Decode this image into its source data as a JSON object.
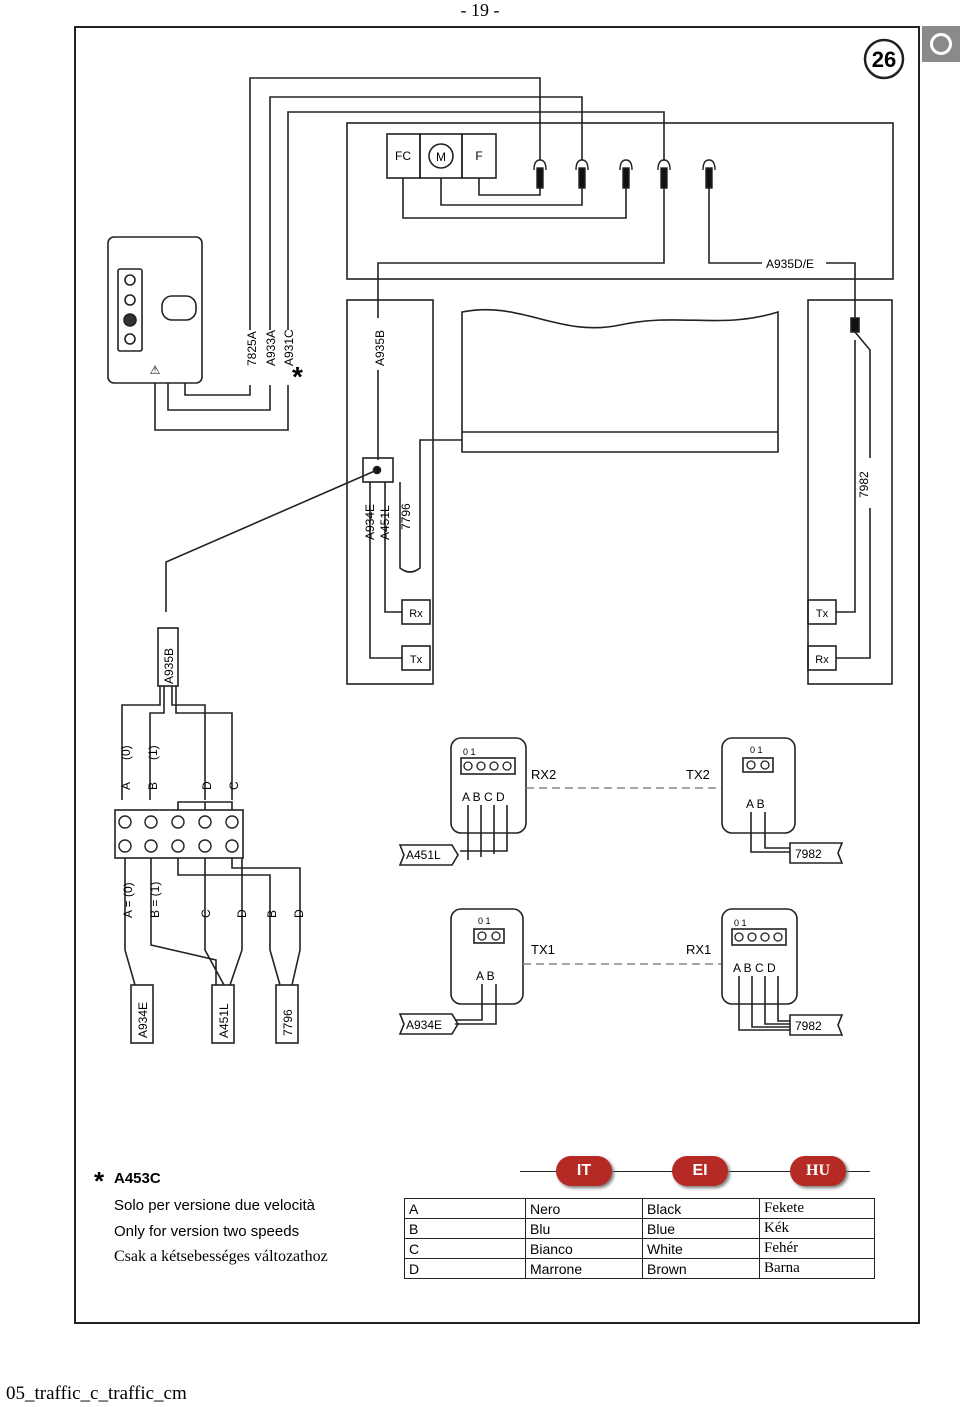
{
  "page_number": "- 19 -",
  "figure_number": "26",
  "footer": "05_traffic_c_traffic_cm",
  "top_box": {
    "fc": "FC",
    "m": "M",
    "f": "F",
    "cable_right": "A935D/E"
  },
  "control_panel": {
    "warning_mark": "⚠"
  },
  "cables_left": [
    "7825A",
    "A933A",
    "A931C"
  ],
  "asterisk": "*",
  "left_column": {
    "cable": "A935B",
    "sub_cables": [
      "A934E",
      "A451L",
      "7796"
    ],
    "rx": "Rx",
    "tx": "Tx"
  },
  "right_column": {
    "cable": "7982",
    "tx": "Tx",
    "rx": "Rx"
  },
  "terminal_block": {
    "cable": "A935B",
    "top_labels": [
      "A",
      "(0)",
      "B",
      "(1)",
      "D",
      "C"
    ],
    "bottom_labels": [
      "A = (0)",
      "B = (1)",
      "C",
      "D",
      "B",
      "D"
    ],
    "out_cables": [
      "A934E",
      "A451L",
      "7796"
    ]
  },
  "modules": {
    "rx2": {
      "label": "RX2",
      "pins": "A B C D",
      "switch": "0 1",
      "cable": "A451L"
    },
    "tx2": {
      "label": "TX2",
      "pins": "A B",
      "switch": "0 1",
      "cable": "7982"
    },
    "tx1": {
      "label": "TX1",
      "pins": "A B",
      "switch": "0 1",
      "cable": "A934E"
    },
    "rx1": {
      "label": "RX1",
      "pins": "A B C D",
      "switch": "0 1",
      "cable": "7982"
    }
  },
  "notes": {
    "code": "A453C",
    "lines": [
      "Solo per versione due velocità",
      "Only for version two speeds",
      "Csak a kétsebességes változathoz"
    ]
  },
  "languages": [
    "IT",
    "EI",
    "HU"
  ],
  "color_table": [
    {
      "key": "A",
      "it": "Nero",
      "en": "Black",
      "hu": "Fekete"
    },
    {
      "key": "B",
      "it": "Blu",
      "en": "Blue",
      "hu": "Kék"
    },
    {
      "key": "C",
      "it": "Bianco",
      "en": "White",
      "hu": "Fehér"
    },
    {
      "key": "D",
      "it": "Marrone",
      "en": "Brown",
      "hu": "Barna"
    }
  ]
}
